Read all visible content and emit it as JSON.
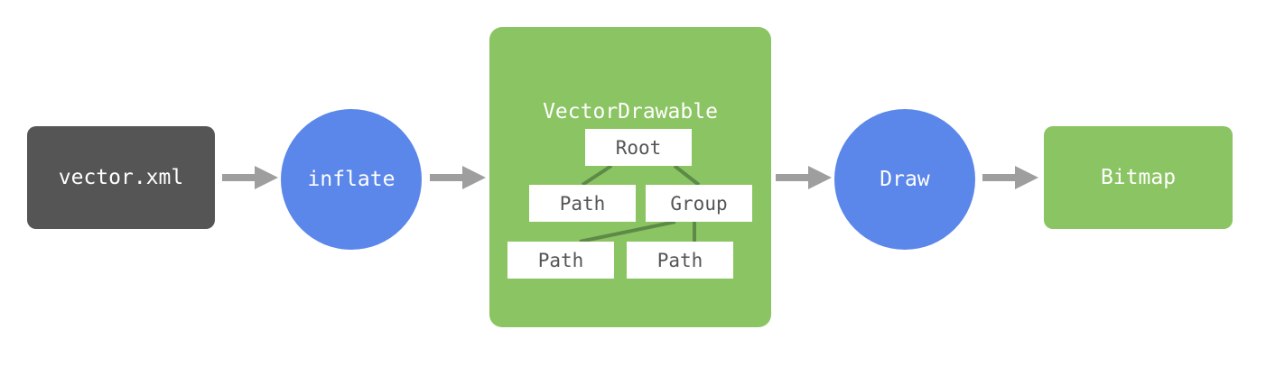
{
  "nodes": {
    "file": "vector.xml",
    "inflate": "inflate",
    "vector_drawable": {
      "title": "VectorDrawable",
      "tree": {
        "root": "Root",
        "path_left": "Path",
        "group": "Group",
        "path_bottom_left": "Path",
        "path_bottom_right": "Path"
      }
    },
    "draw": "Draw",
    "bitmap": "Bitmap"
  },
  "colors": {
    "file_fill": "#555555",
    "process_fill": "#5b87ea",
    "object_fill": "#8bc462",
    "tree_node_fill": "#ffffff",
    "tree_text": "#555555",
    "tree_line": "#5e8a48",
    "arrow": "#9e9e9e"
  }
}
